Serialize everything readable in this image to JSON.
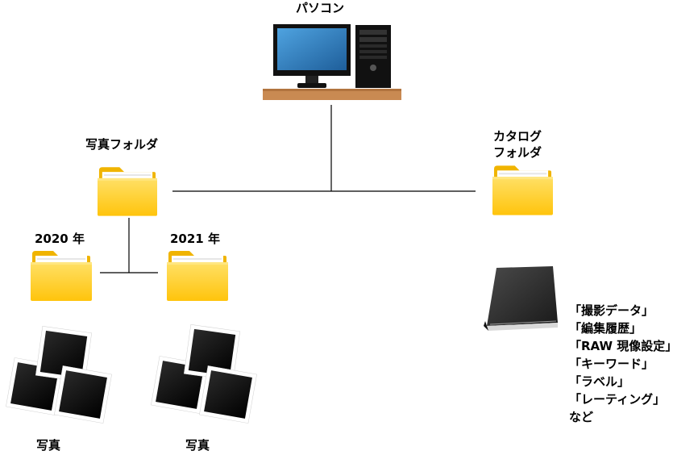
{
  "computer": {
    "label": "パソコン"
  },
  "photo_folder": {
    "label": "写真フォルダ"
  },
  "catalog_folder": {
    "label_line1": "カタログ",
    "label_line2": "フォルダ"
  },
  "year_folders": [
    {
      "label": "2020 年"
    },
    {
      "label": "2021 年"
    }
  ],
  "photos": [
    {
      "label": "写真"
    },
    {
      "label": "写真"
    }
  ],
  "catalog_contents": [
    "「撮影データ」",
    "「編集履歴」",
    "「RAW 現像設定」",
    "「キーワード」",
    "「ラベル」",
    "「レーティング」",
    "など"
  ],
  "colors": {
    "folder_body": "#FFC90E",
    "folder_tab": "#F2B807",
    "desk": "#C98A52",
    "monitor_screen": "#3A88C8",
    "book": "#2B2B2B"
  }
}
